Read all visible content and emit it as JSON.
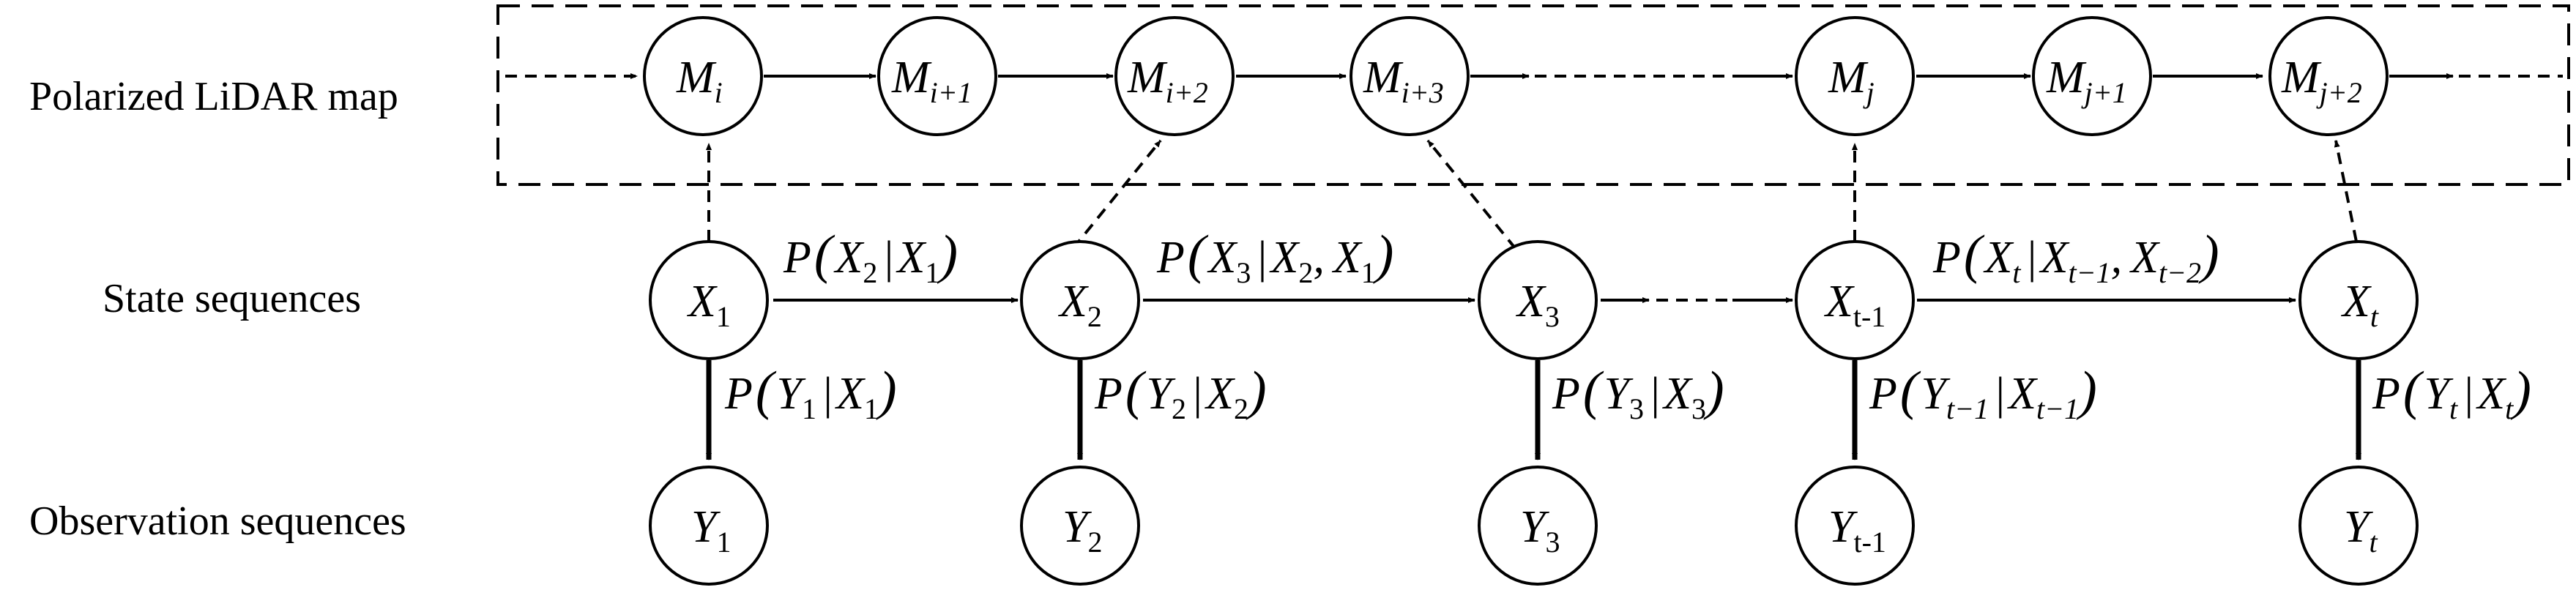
{
  "row_labels": {
    "map": "Polarized LiDAR map",
    "state": "State sequences",
    "observation": "Observation sequences"
  },
  "map_nodes": [
    {
      "base": "M",
      "sub": "i"
    },
    {
      "base": "M",
      "sub": "i+1"
    },
    {
      "base": "M",
      "sub": "i+2"
    },
    {
      "base": "M",
      "sub": "i+3"
    },
    {
      "base": "M",
      "sub": "j"
    },
    {
      "base": "M",
      "sub": "j+1"
    },
    {
      "base": "M",
      "sub": "j+2"
    }
  ],
  "state_nodes": [
    {
      "base": "X",
      "sub": "1"
    },
    {
      "base": "X",
      "sub": "2"
    },
    {
      "base": "X",
      "sub": "3"
    },
    {
      "base": "X",
      "sub": "t-1"
    },
    {
      "base": "X",
      "sub": "t"
    }
  ],
  "observation_nodes": [
    {
      "base": "Y",
      "sub": "1"
    },
    {
      "base": "Y",
      "sub": "2"
    },
    {
      "base": "Y",
      "sub": "3"
    },
    {
      "base": "Y",
      "sub": "t-1"
    },
    {
      "base": "Y",
      "sub": "t"
    }
  ],
  "transition_labels": {
    "x1_x2": {
      "p": "P",
      "left": "X",
      "left_sub": "2",
      "bar": "|",
      "right": "X",
      "right_sub": "1"
    },
    "x2_x3": {
      "p": "P",
      "left": "X",
      "left_sub": "3",
      "bar": "|",
      "right": "X",
      "right_sub": "2",
      "sep": ",",
      "right2": "X",
      "right2_sub": "1"
    },
    "xt1_xt": {
      "p": "P",
      "left": "X",
      "left_sub": "t",
      "bar": "|",
      "right": "X",
      "right_sub": "t−1",
      "sep": ",",
      "right2": "X",
      "right2_sub": "t−2"
    }
  },
  "emission_labels": [
    {
      "p": "P",
      "left": "Y",
      "left_sub": "1",
      "bar": "|",
      "right": "X",
      "right_sub": "1"
    },
    {
      "p": "P",
      "left": "Y",
      "left_sub": "2",
      "bar": "|",
      "right": "X",
      "right_sub": "2"
    },
    {
      "p": "P",
      "left": "Y",
      "left_sub": "3",
      "bar": "|",
      "right": "X",
      "right_sub": "3"
    },
    {
      "p": "P",
      "left": "Y",
      "left_sub": "t−1",
      "bar": "|",
      "right": "X",
      "right_sub": "t−1"
    },
    {
      "p": "P",
      "left": "Y",
      "left_sub": "t",
      "bar": "|",
      "right": "X",
      "right_sub": "t"
    }
  ],
  "paren_open": "(",
  "paren_close": ")"
}
